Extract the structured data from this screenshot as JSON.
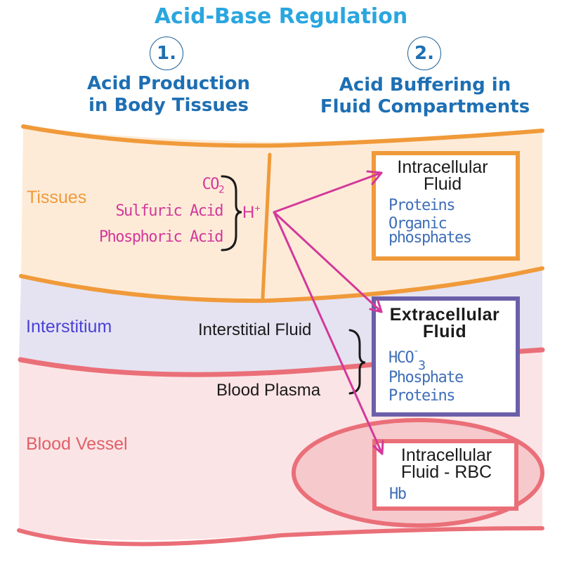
{
  "title": "Acid-Base Regulation",
  "steps": [
    {
      "number": "1.",
      "heading_line1": "Acid Production",
      "heading_line2": "in Body Tissues"
    },
    {
      "number": "2.",
      "heading_line1": "Acid Buffering in",
      "heading_line2": "Fluid Compartments"
    }
  ],
  "layers": {
    "tissues": {
      "label": "Tissues",
      "color": "#f09a3a",
      "fill": "#fdebd8"
    },
    "interstitium": {
      "label": "Interstitium",
      "color": "#4a42d6",
      "fill": "#e5e3f1"
    },
    "blood_vessel": {
      "label": "Blood Vessel",
      "color": "#e06068",
      "fill": "#fbe4e6"
    }
  },
  "acid_sources": {
    "items": [
      {
        "main": "CO",
        "sub": "2"
      },
      {
        "main": "Sulfuric Acid",
        "sub": ""
      },
      {
        "main": "Phosphoric Acid",
        "sub": ""
      }
    ],
    "result_main": "H",
    "result_sup": "+"
  },
  "ecf_components": {
    "items": [
      "Interstitial Fluid",
      "Blood Plasma"
    ]
  },
  "compartments": [
    {
      "title_line1": "Intracellular",
      "title_line2": "Fluid",
      "buffers": [
        "Proteins",
        "Organic",
        "phosphates"
      ],
      "border_color": "#f09a3a"
    },
    {
      "title_line1": "Extracellular",
      "title_line2": "Fluid",
      "buffers": [
        {
          "main": "HCO",
          "sup": "-",
          "sub": "3"
        },
        "Phosphate",
        "Proteins"
      ],
      "border_color": "#6c5fa9"
    },
    {
      "title_line1": "Intracellular",
      "title_line2": "Fluid - RBC",
      "buffers": [
        "Hb"
      ],
      "border_color": "#e86a72"
    }
  ],
  "colors": {
    "title": "#2aa6df",
    "heading": "#1e6fb3",
    "arrow": "#d3399a",
    "buffer_text": "#3f6fb8"
  }
}
